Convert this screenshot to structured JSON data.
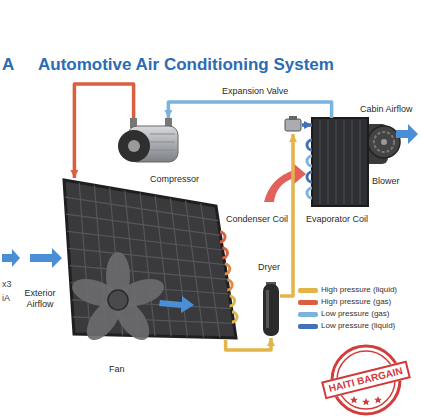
{
  "diagram": {
    "title": "Automotive Air Conditioning System",
    "nodes": [
      {
        "text": [
          "Expansion Valve"
        ]
      },
      {
        "text": [
          "Compressor"
        ]
      },
      {
        "text": [
          "Evaporator Coil"
        ]
      },
      {
        "text": [
          "Condenser Coil"
        ]
      },
      {
        "text": [
          "Dryer"
        ]
      }
    ],
    "edges": [
      {
        "from": 1,
        "to": 3,
        "arrow": "to"
      },
      {
        "from": 3,
        "to": 4,
        "arrow": "to"
      },
      {
        "from": 4,
        "to": 0,
        "arrow": "to"
      },
      {
        "from": 0,
        "to": 2,
        "arrow": "to"
      },
      {
        "from": 2,
        "to": 1,
        "arrow": "to"
      }
    ],
    "labels": [
      "A",
      "Cabin Airflow",
      "Blower",
      "x3",
      "Exterior Airflow",
      "iA",
      "Fan",
      "HAITI BARGAIN"
    ],
    "legend": [
      {
        "text": "High pressure (liquid)",
        "color": "#e3b448"
      },
      {
        "text": "High pressure (gas)",
        "color": "#d9603f"
      },
      {
        "text": "Low pressure (gas)",
        "color": "#7ab4de"
      },
      {
        "text": "Low pressure (liquid)",
        "color": "#3f72b8"
      }
    ]
  }
}
